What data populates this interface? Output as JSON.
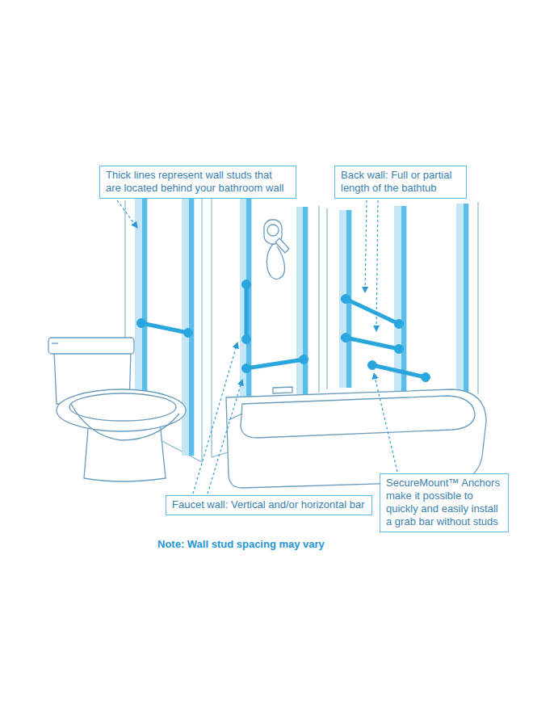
{
  "diagram": {
    "nodes": [
      {
        "text": [
          "Thick lines represent wall studs that are located behind your bathroom wall"
        ]
      },
      {
        "text": [
          "Back wall: Full or partial length of the bathtub"
        ]
      },
      {
        "text": [
          "Faucet wall: Vertical and/or horizontal bar"
        ]
      },
      {
        "text": [
          "SecureMount™ Anchors make it possible to quickly and easily install a grab bar without studs"
        ]
      }
    ],
    "labels": [
      "Note: Wall stud spacing may vary"
    ]
  }
}
